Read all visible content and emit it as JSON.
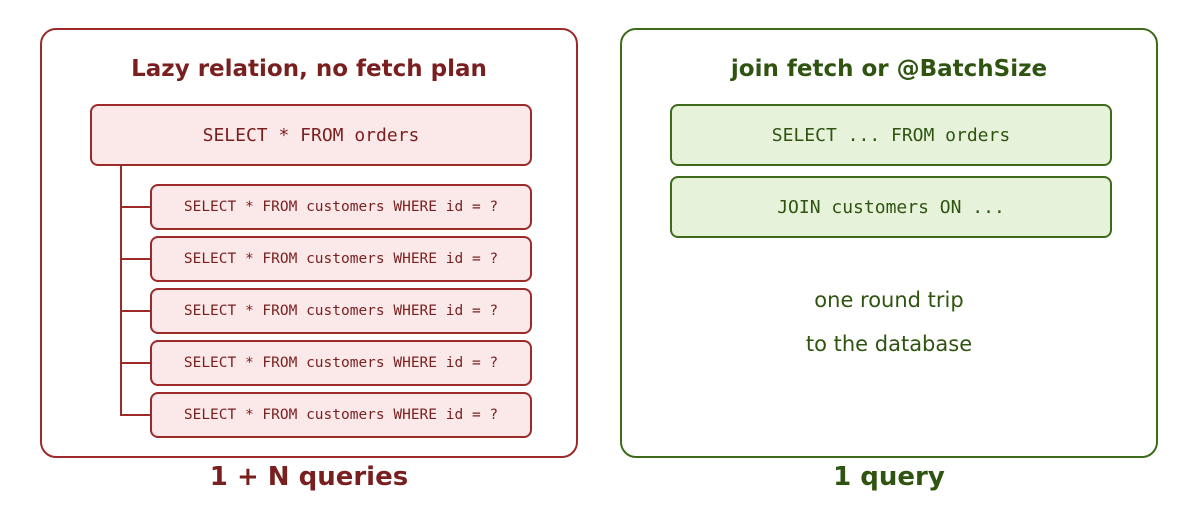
{
  "left_panel": {
    "title": "Lazy relation, no fetch plan",
    "main_query": "SELECT * FROM orders",
    "child_queries": [
      "SELECT * FROM customers WHERE id = ?",
      "SELECT * FROM customers WHERE id = ?",
      "SELECT * FROM customers WHERE id = ?",
      "SELECT * FROM customers WHERE id = ?",
      "SELECT * FROM customers WHERE id = ?"
    ],
    "caption": "1 + N queries",
    "color": "#9c2a2a",
    "fill": "#fbe8e8"
  },
  "right_panel": {
    "title": "join fetch or @BatchSize",
    "queries": [
      "SELECT ... FROM orders",
      "JOIN customers ON ..."
    ],
    "note_lines": [
      "one round trip",
      "to the database"
    ],
    "caption": "1 query",
    "color": "#3d6b1a",
    "fill": "#e6f2d9"
  }
}
